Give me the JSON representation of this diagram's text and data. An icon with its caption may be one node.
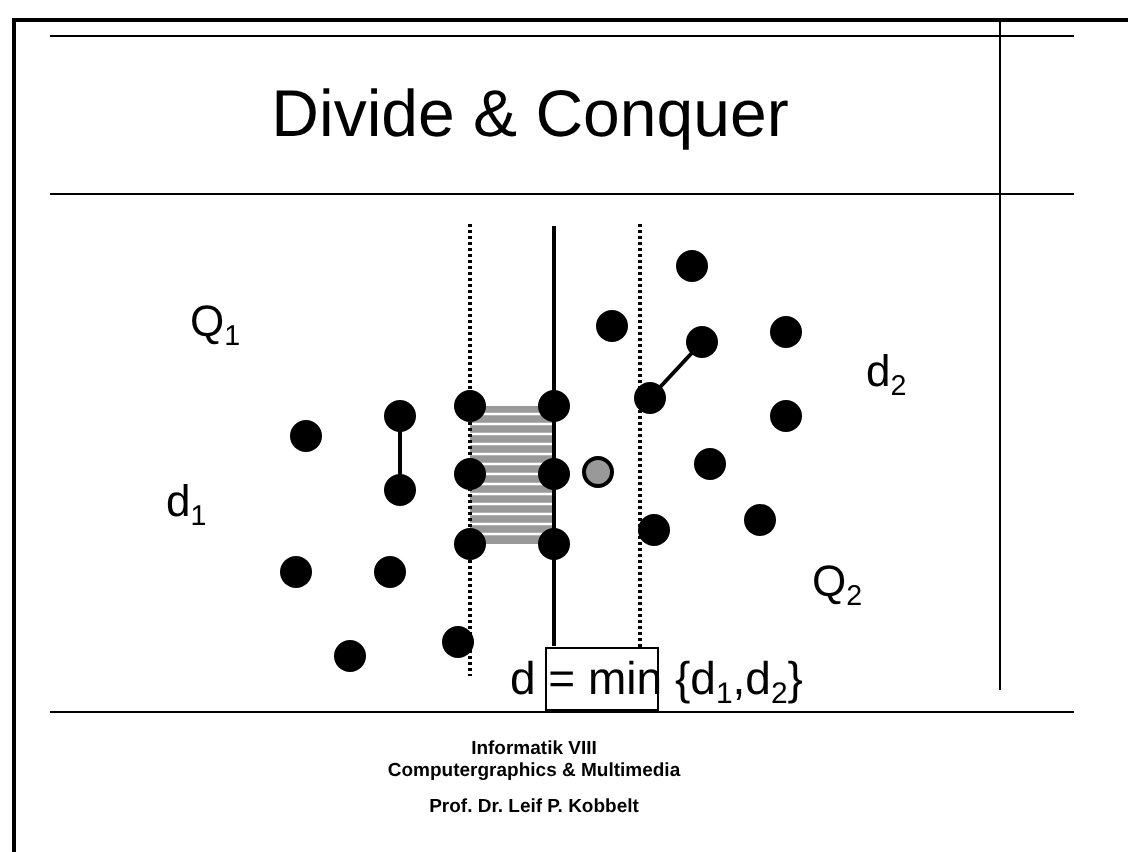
{
  "diagram": {
    "title": "Divide & Conquer",
    "labels": [
      "Q$_{1}$",
      "d$_{2}$",
      "d$_{1}$",
      "Q$_{2}$",
      "d = min {d$_{1}$,d$_{2}$}",
      "Informatik VIII",
      "Computergraphics & Multimedia",
      "Prof. Dr. Leif P. Kobbelt"
    ]
  }
}
